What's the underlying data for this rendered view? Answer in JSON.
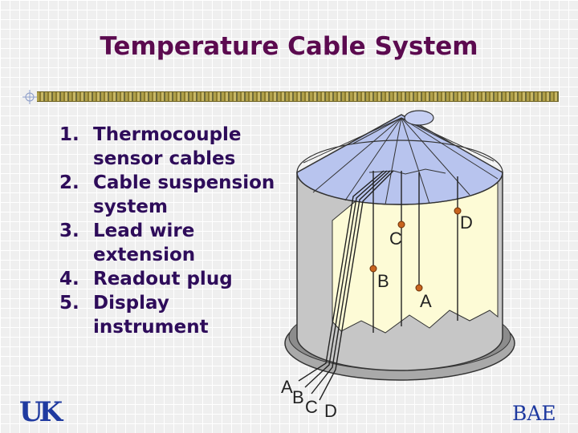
{
  "title": "Temperature Cable System",
  "list_items": [
    {
      "num": "1.",
      "text": "Thermocouple sensor cables"
    },
    {
      "num": "2.",
      "text": "Cable suspension system"
    },
    {
      "num": "3.",
      "text": "Lead wire extension"
    },
    {
      "num": "4.",
      "text": "Readout plug"
    },
    {
      "num": "5.",
      "text": "Display instrument"
    }
  ],
  "diagram_labels": {
    "a_inside": "A",
    "b_inside": "B",
    "c_inside": "C",
    "d_inside": "D",
    "a_bottom": "A",
    "b_bottom": "B",
    "c_bottom": "C",
    "d_bottom": "D"
  },
  "logo_text": "UK",
  "footer_text": "BAE",
  "colors": {
    "title": "#5b0a4f",
    "list_text": "#2e0c5a",
    "roof": "#b8c4ee",
    "bin_wall": "#bdbdbd",
    "grain": "#fdfbd6",
    "sensor": "#c8641e",
    "logo": "#1f3aa0"
  }
}
